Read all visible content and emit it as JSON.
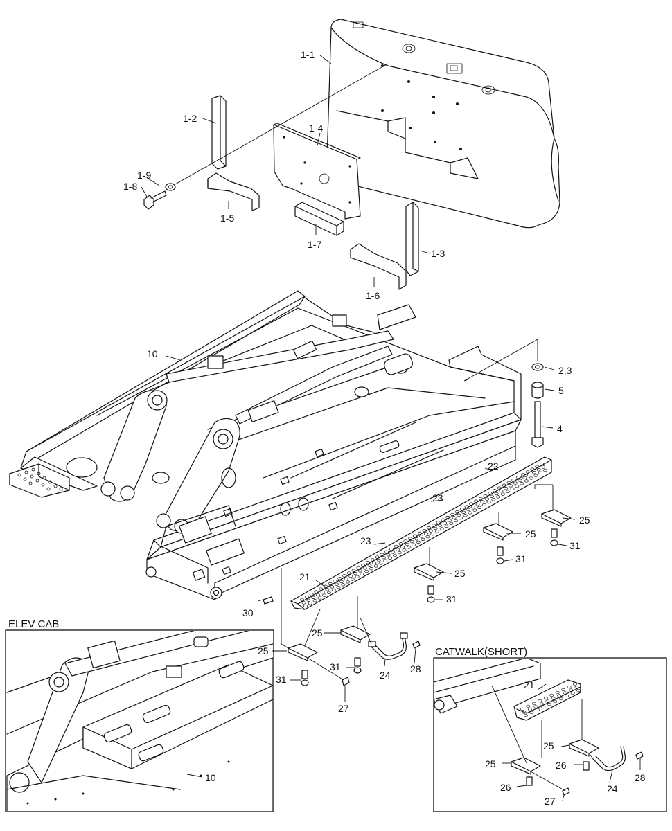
{
  "insets": {
    "elev_cab": {
      "title": "ELEV CAB"
    },
    "catwalk_short": {
      "title": "CATWALK(SHORT)"
    }
  },
  "callouts": {
    "c1_1": "1-1",
    "c1_2": "1-2",
    "c1_3": "1-3",
    "c1_4": "1-4",
    "c1_5": "1-5",
    "c1_6": "1-6",
    "c1_7": "1-7",
    "c1_8": "1-8",
    "c1_9": "1-9",
    "c10": "10",
    "c2_3": "2,3",
    "c5": "5",
    "c4": "4",
    "c22": "22",
    "c23a": "23",
    "c23b": "23",
    "c25a": "25",
    "c25b": "25",
    "c25c": "25",
    "c25d": "25",
    "c25e": "25",
    "c31a": "31",
    "c31b": "31",
    "c31c": "31",
    "c31d": "31",
    "c31e": "31",
    "c21": "21",
    "c30": "30",
    "c24": "24",
    "c28": "28",
    "c27": "27",
    "e10": "10",
    "s21": "21",
    "s25a": "25",
    "s25b": "25",
    "s26a": "26",
    "s26b": "26",
    "s24": "24",
    "s28": "28",
    "s27": "27"
  }
}
